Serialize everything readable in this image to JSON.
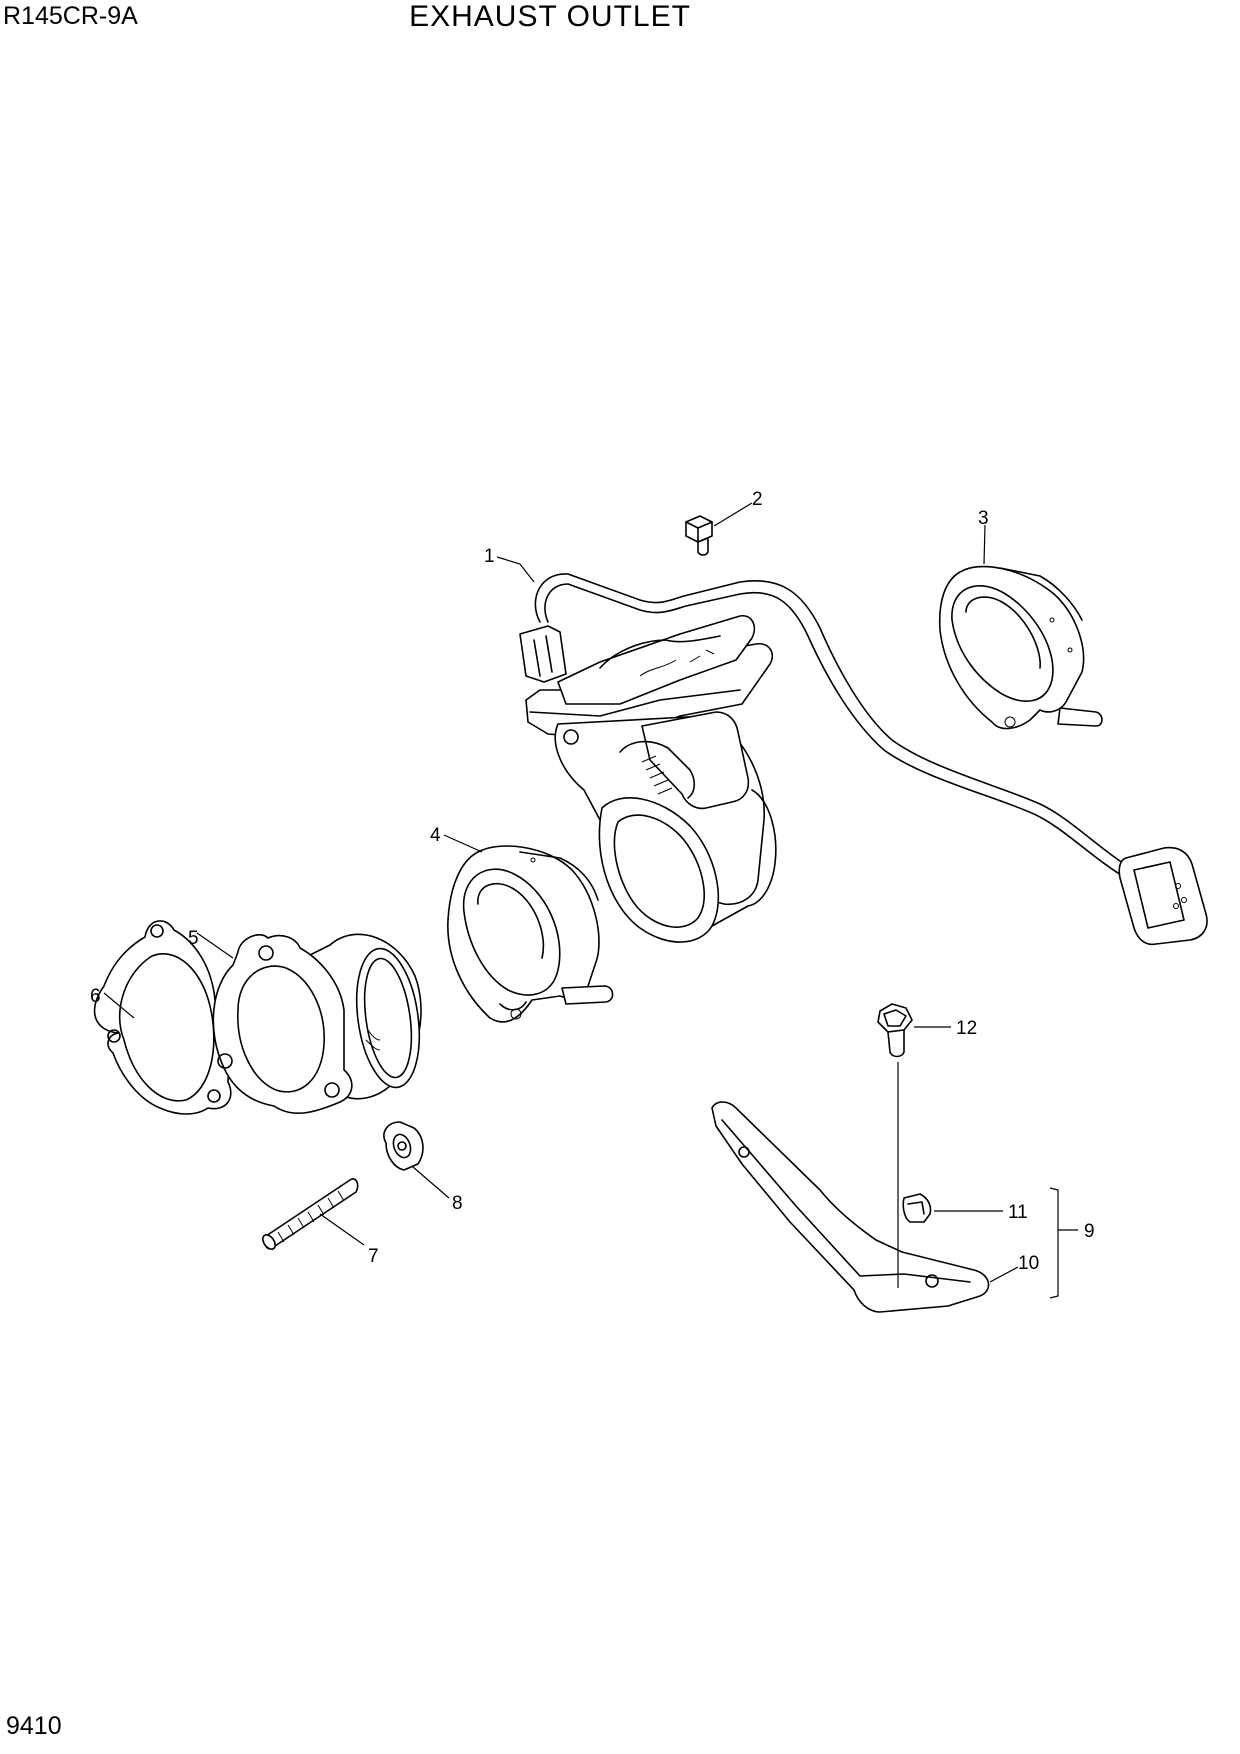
{
  "header": {
    "model": "R145CR-9A",
    "title": "EXHAUST OUTLET"
  },
  "footer": {
    "page_number": "9410"
  },
  "callouts": {
    "c1": "1",
    "c2": "2",
    "c3": "3",
    "c4": "4",
    "c5": "5",
    "c6": "6",
    "c7": "7",
    "c8": "8",
    "c9": "9",
    "c10": "10",
    "c11": "11",
    "c12": "12"
  }
}
